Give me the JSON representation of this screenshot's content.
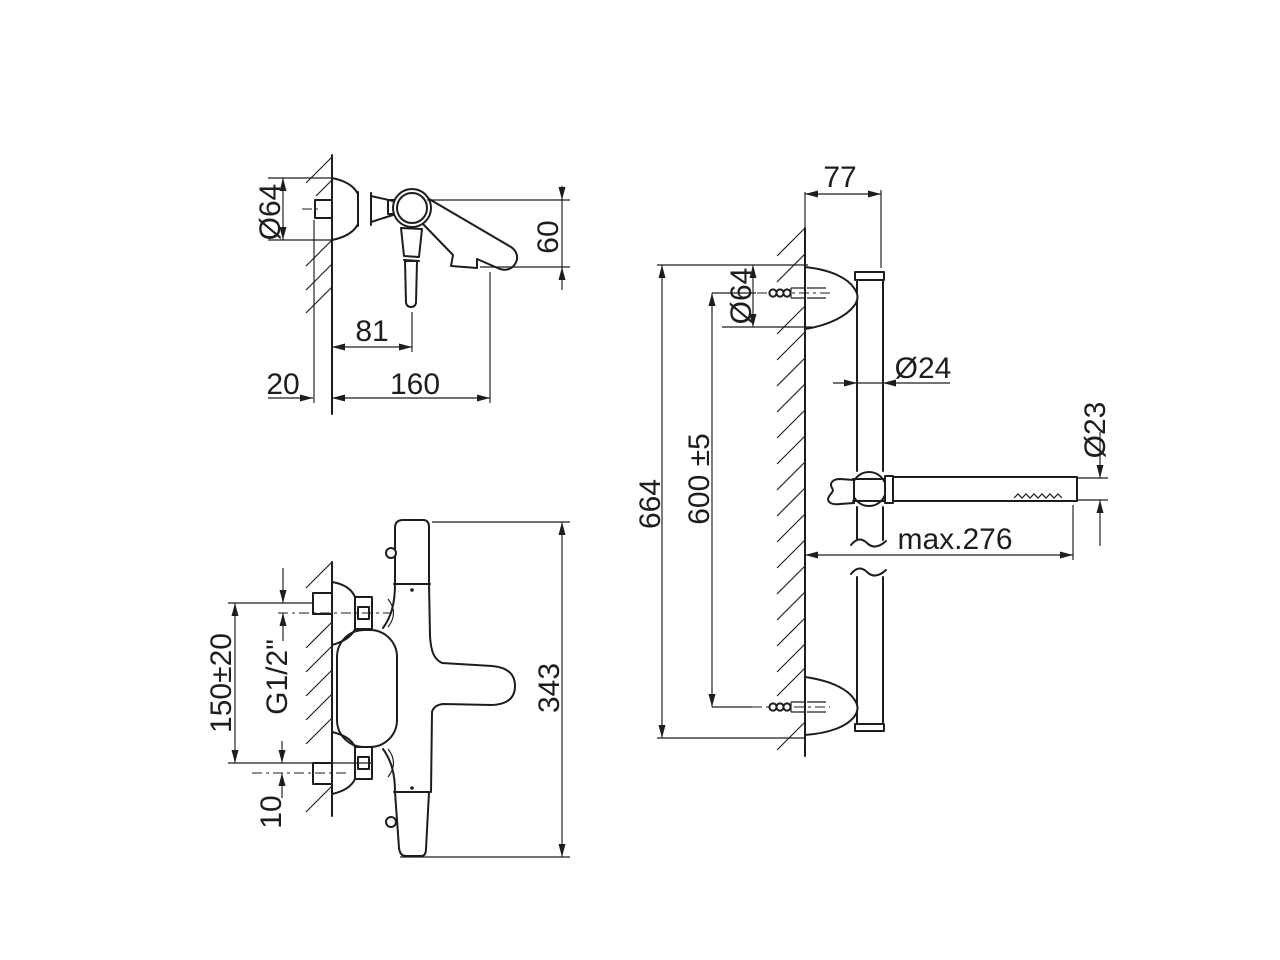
{
  "drawing": {
    "background_color": "#ffffff",
    "line_color": "#1d1d1f",
    "views": {
      "mixer_side": {
        "dims": {
          "escutcheon_dia": "Ø64",
          "spout_drop": "60",
          "spout_center": "81",
          "wall_clearance": "20",
          "spout_reach": "160"
        }
      },
      "mixer_front": {
        "dims": {
          "inlet_spacing": "150±20",
          "inlet_thread": "G1/2\"",
          "inlet_offset": "10",
          "overall_height": "343"
        }
      },
      "rail_side": {
        "dims": {
          "bracket_projection": "77",
          "bracket_dia": "Ø64",
          "rail_dia": "Ø24",
          "handset_dia": "Ø23",
          "overall_height": "664",
          "bracket_spacing": "600 ±5",
          "handset_length": "max.276"
        }
      }
    }
  }
}
